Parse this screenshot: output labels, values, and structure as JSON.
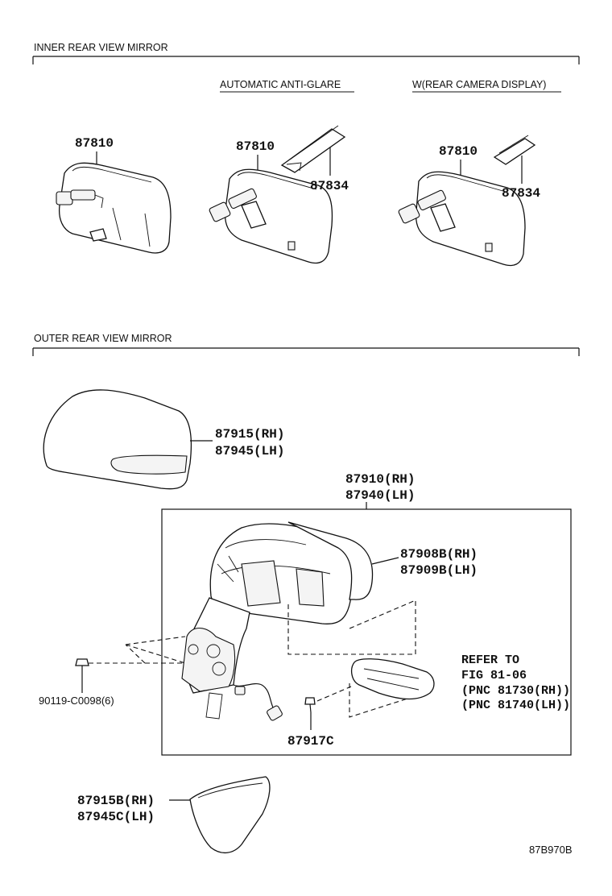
{
  "sections": {
    "inner_title": "INNER REAR VIEW MIRROR",
    "outer_title": "OUTER REAR VIEW MIRROR"
  },
  "variants": {
    "anti_glare": "AUTOMATIC ANTI-GLARE",
    "camera": "W(REAR CAMERA DISPLAY)"
  },
  "inner_parts": {
    "mirror_std": "87810",
    "mirror_ag": "87810",
    "cover_ag": "87834",
    "mirror_cam": "87810",
    "cover_cam": "87834"
  },
  "outer_parts": {
    "cover_rh": "87915(RH)",
    "cover_lh": "87945(LH)",
    "assy_rh": "87910(RH)",
    "assy_lh": "87940(LH)",
    "glass_rh": "87908B(RH)",
    "glass_lh": "87909B(LH)",
    "refer_1": "REFER TO",
    "refer_2": "FIG 81-06",
    "refer_3": "(PNC 81730(RH))",
    "refer_4": "(PNC 81740(LH))",
    "screw": "90119-C0098(6)",
    "screw_small": "87917C",
    "lower_rh": "87915B(RH)",
    "lower_lh": "87945C(LH)"
  },
  "diagram_code": "87B970B"
}
